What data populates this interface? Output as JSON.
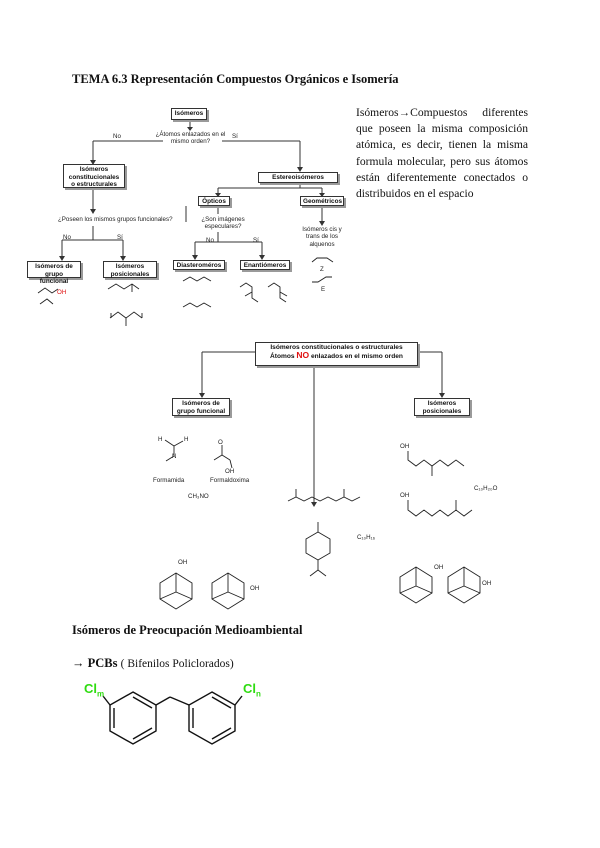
{
  "title": "TEMA 6.3 Representación Compuestos Orgánicos e Isomería",
  "definition": "Isómeros→Compuestos diferentes que poseen la misma composición atómica, es decir, tienen la misma formula molecular, pero sus átomos están diferentemente conectados o distribuidos en el espacio",
  "chart1": {
    "isomeros": "Isómeros",
    "q_atoms": "¿Átomos enlazados en el mismo orden?",
    "no": "No",
    "si": "Sí",
    "constitucionales": "Isómeros constitucionales o estructurales",
    "estereoisomeros": "Estereoisómeros",
    "q_groups": "¿Poseen los mismos grupos funcionales?",
    "no2": "No",
    "si2": "Sí",
    "grupo_funcional": "Isómeros de grupo funcional",
    "posicionales": "Isómeros posicionales",
    "opticos": "Ópticos",
    "geometricos": "Geométricos",
    "q_mirror": "¿Son imágenes especulares?",
    "no3": "No",
    "si3": "Sí",
    "diastereomeros": "Diasteroméros",
    "enantiomeros": "Enantiómeros",
    "cis_trans": "Isómeros cis y trans de los alquenos",
    "oh": "OH",
    "z": "Z",
    "e": "E"
  },
  "chart2": {
    "header_line1": "Isómeros constitucionales o estructurales",
    "header_pre": "Átomos ",
    "header_no": "NO",
    "header_post": " enlazados en el mismo orden",
    "grupo_funcional": "Isómeros de grupo funcional",
    "posicionales": "Isómeros posicionales",
    "formamida": "Formamida",
    "formaldoxima": "Formaldoxima",
    "formula_ch3no": "CH₃NO",
    "formula_c10h20o": "C₁₀H₂₀O",
    "formula_c10h16": "C₁₀H₁₆",
    "h": "H",
    "n": "N",
    "o": "O",
    "oh": "OH"
  },
  "section2_title": "Isómeros de Preocupación Medioambiental",
  "pcb": {
    "arrow": "→",
    "name": "PCBs",
    "desc": "( Bifenilos Policlorados)",
    "cl_m_base": "Cl",
    "cl_m_sub": "m",
    "cl_n_base": "Cl",
    "cl_n_sub": "n",
    "accent_color": "#2fdc11"
  }
}
